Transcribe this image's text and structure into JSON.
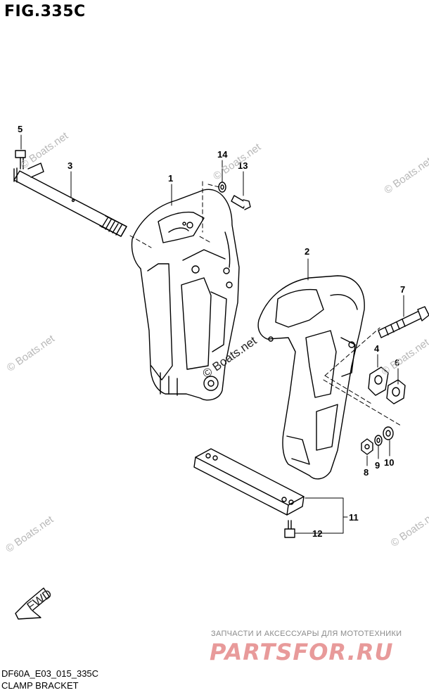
{
  "figure": {
    "title": "FIG.335C",
    "code": "DF60A_E03_015_335C",
    "caption": "CLAMP BRACKET"
  },
  "callouts": [
    "1",
    "2",
    "3",
    "4",
    "5",
    "6",
    "7",
    "8",
    "9",
    "10",
    "11",
    "12",
    "13",
    "14"
  ],
  "watermark": {
    "text": "© Boats.net"
  },
  "fwd_label": "FWD",
  "shop": {
    "tagline": "ЗАПЧАСТИ И АКСЕССУАРЫ ДЛЯ МОТОТЕХНИКИ",
    "logo": "PARTSFOR.RU"
  },
  "colors": {
    "line": "#000000",
    "watermark": "#b8b8b8",
    "logo": "#e89a9a"
  }
}
